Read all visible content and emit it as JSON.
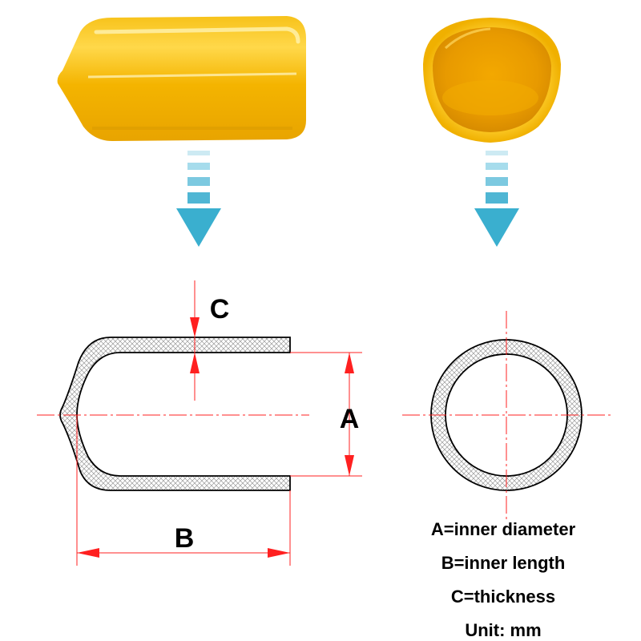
{
  "labels": {
    "c": "C",
    "a": "A",
    "b": "B"
  },
  "legend": [
    "A=inner diameter",
    "B=inner length",
    "C=thickness",
    "Unit: mm"
  ],
  "colors": {
    "cap": "#f5b800",
    "arrow": "#3aafcf",
    "dimension": "#ff2020",
    "outline": "#000000"
  },
  "icons": {
    "cap_side_view": "cap-side-photo",
    "cap_front_view": "cap-opening-photo",
    "down_arrow": "down-arrow-icon"
  }
}
